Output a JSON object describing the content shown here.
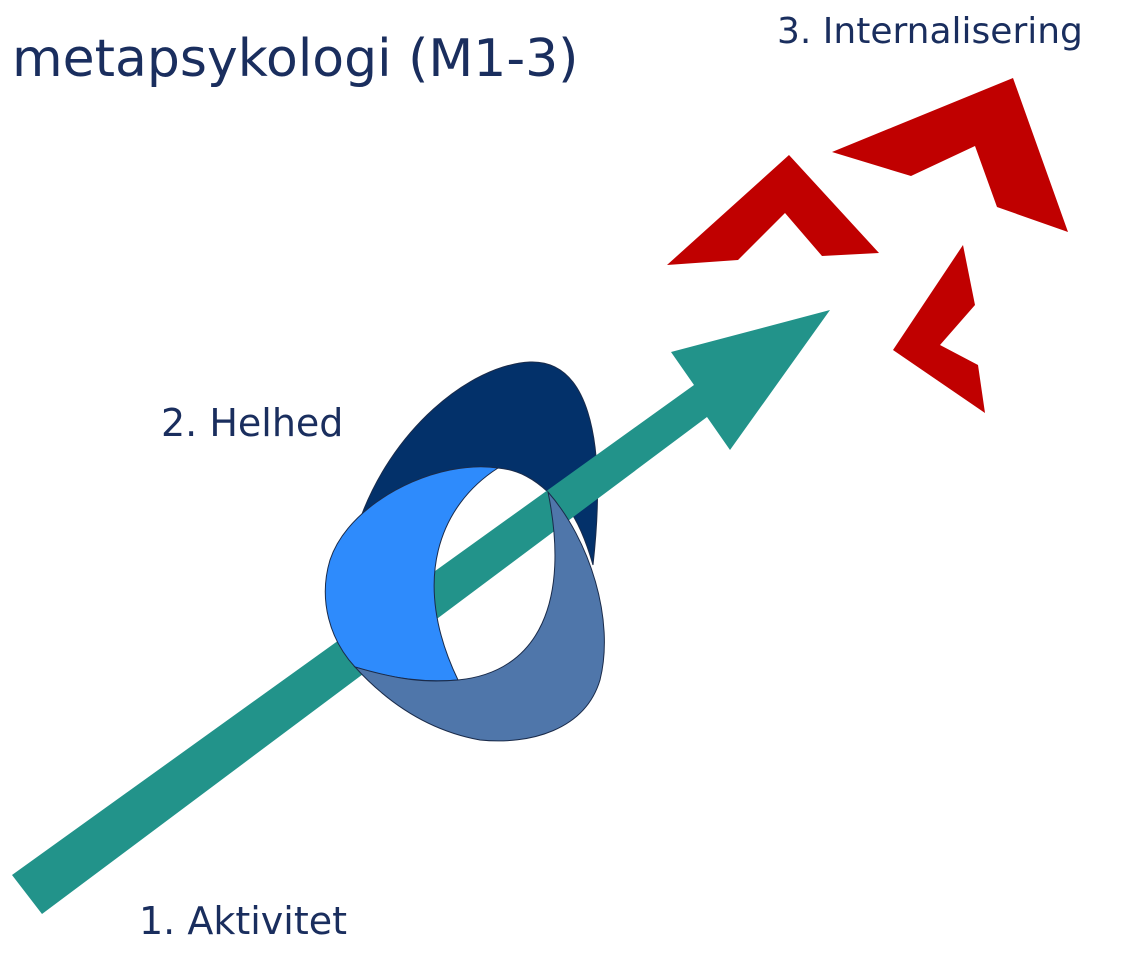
{
  "slide": {
    "title": "metapsykologi (M1-3)"
  },
  "labels": {
    "aktivitet": "1. Aktivitet",
    "helhed": "2. Helhed",
    "internalisering": "3. Internalisering"
  },
  "colors": {
    "text": "#1a2e5e",
    "arrow": "#22938a",
    "ring_dark": "#03316a",
    "ring_light": "#2e8bfc",
    "ring_mid": "#4f76aa",
    "chevrons": "#c00000"
  },
  "icons": {
    "arrow": "rising-arrow-icon",
    "knot": "interlocked-rings-icon",
    "chevrons": "red-chevrons-icon"
  }
}
